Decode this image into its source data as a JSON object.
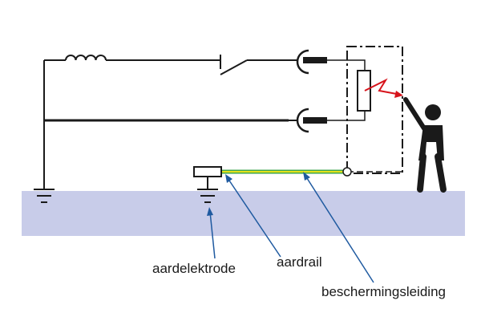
{
  "labels": {
    "earth_electrode": "aardelektrode",
    "earth_rail": "aardrail",
    "protective_conductor": "beschermingsleiding"
  },
  "colors": {
    "ground": "#c8cce9",
    "wire": "#1a1a1a",
    "pointer": "#1f5aa0",
    "fault": "#d7141c",
    "pe_yellow": "#e4e21a",
    "pe_green": "#3fa64a"
  }
}
